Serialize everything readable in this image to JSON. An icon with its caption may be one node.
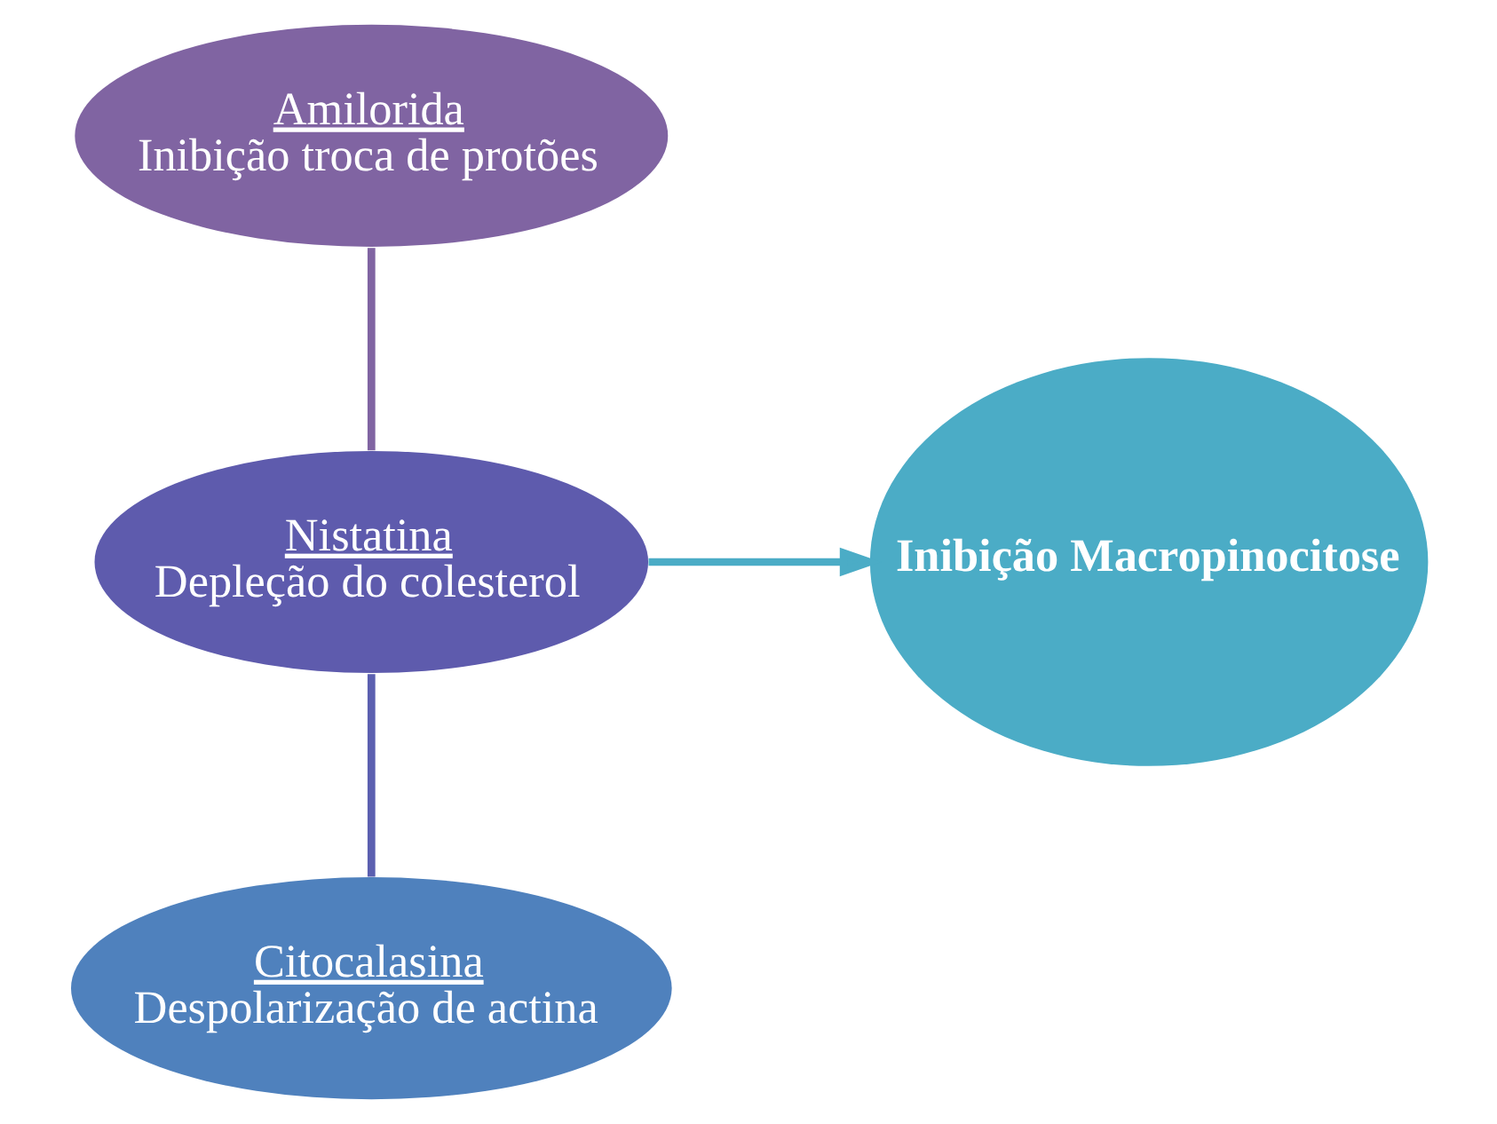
{
  "diagram": {
    "nodes": [
      {
        "text": [
          "Amilorida",
          "Inibição troca de protões"
        ]
      },
      {
        "text": [
          "Nistatina",
          "Depleção do colesterol"
        ]
      },
      {
        "text": [
          "Citocalasina",
          "Despolarização de actina"
        ]
      },
      {
        "text": [
          "Inibição Macropinocitose"
        ]
      }
    ],
    "edges": [
      {
        "from": 0,
        "to": 1,
        "arrow": "none",
        "color": "#8064a2"
      },
      {
        "from": 1,
        "to": 2,
        "arrow": "none",
        "color": "#5b5fb0"
      },
      {
        "from": 1,
        "to": 3,
        "arrow": "to",
        "color": "#4bacc6"
      }
    ]
  }
}
